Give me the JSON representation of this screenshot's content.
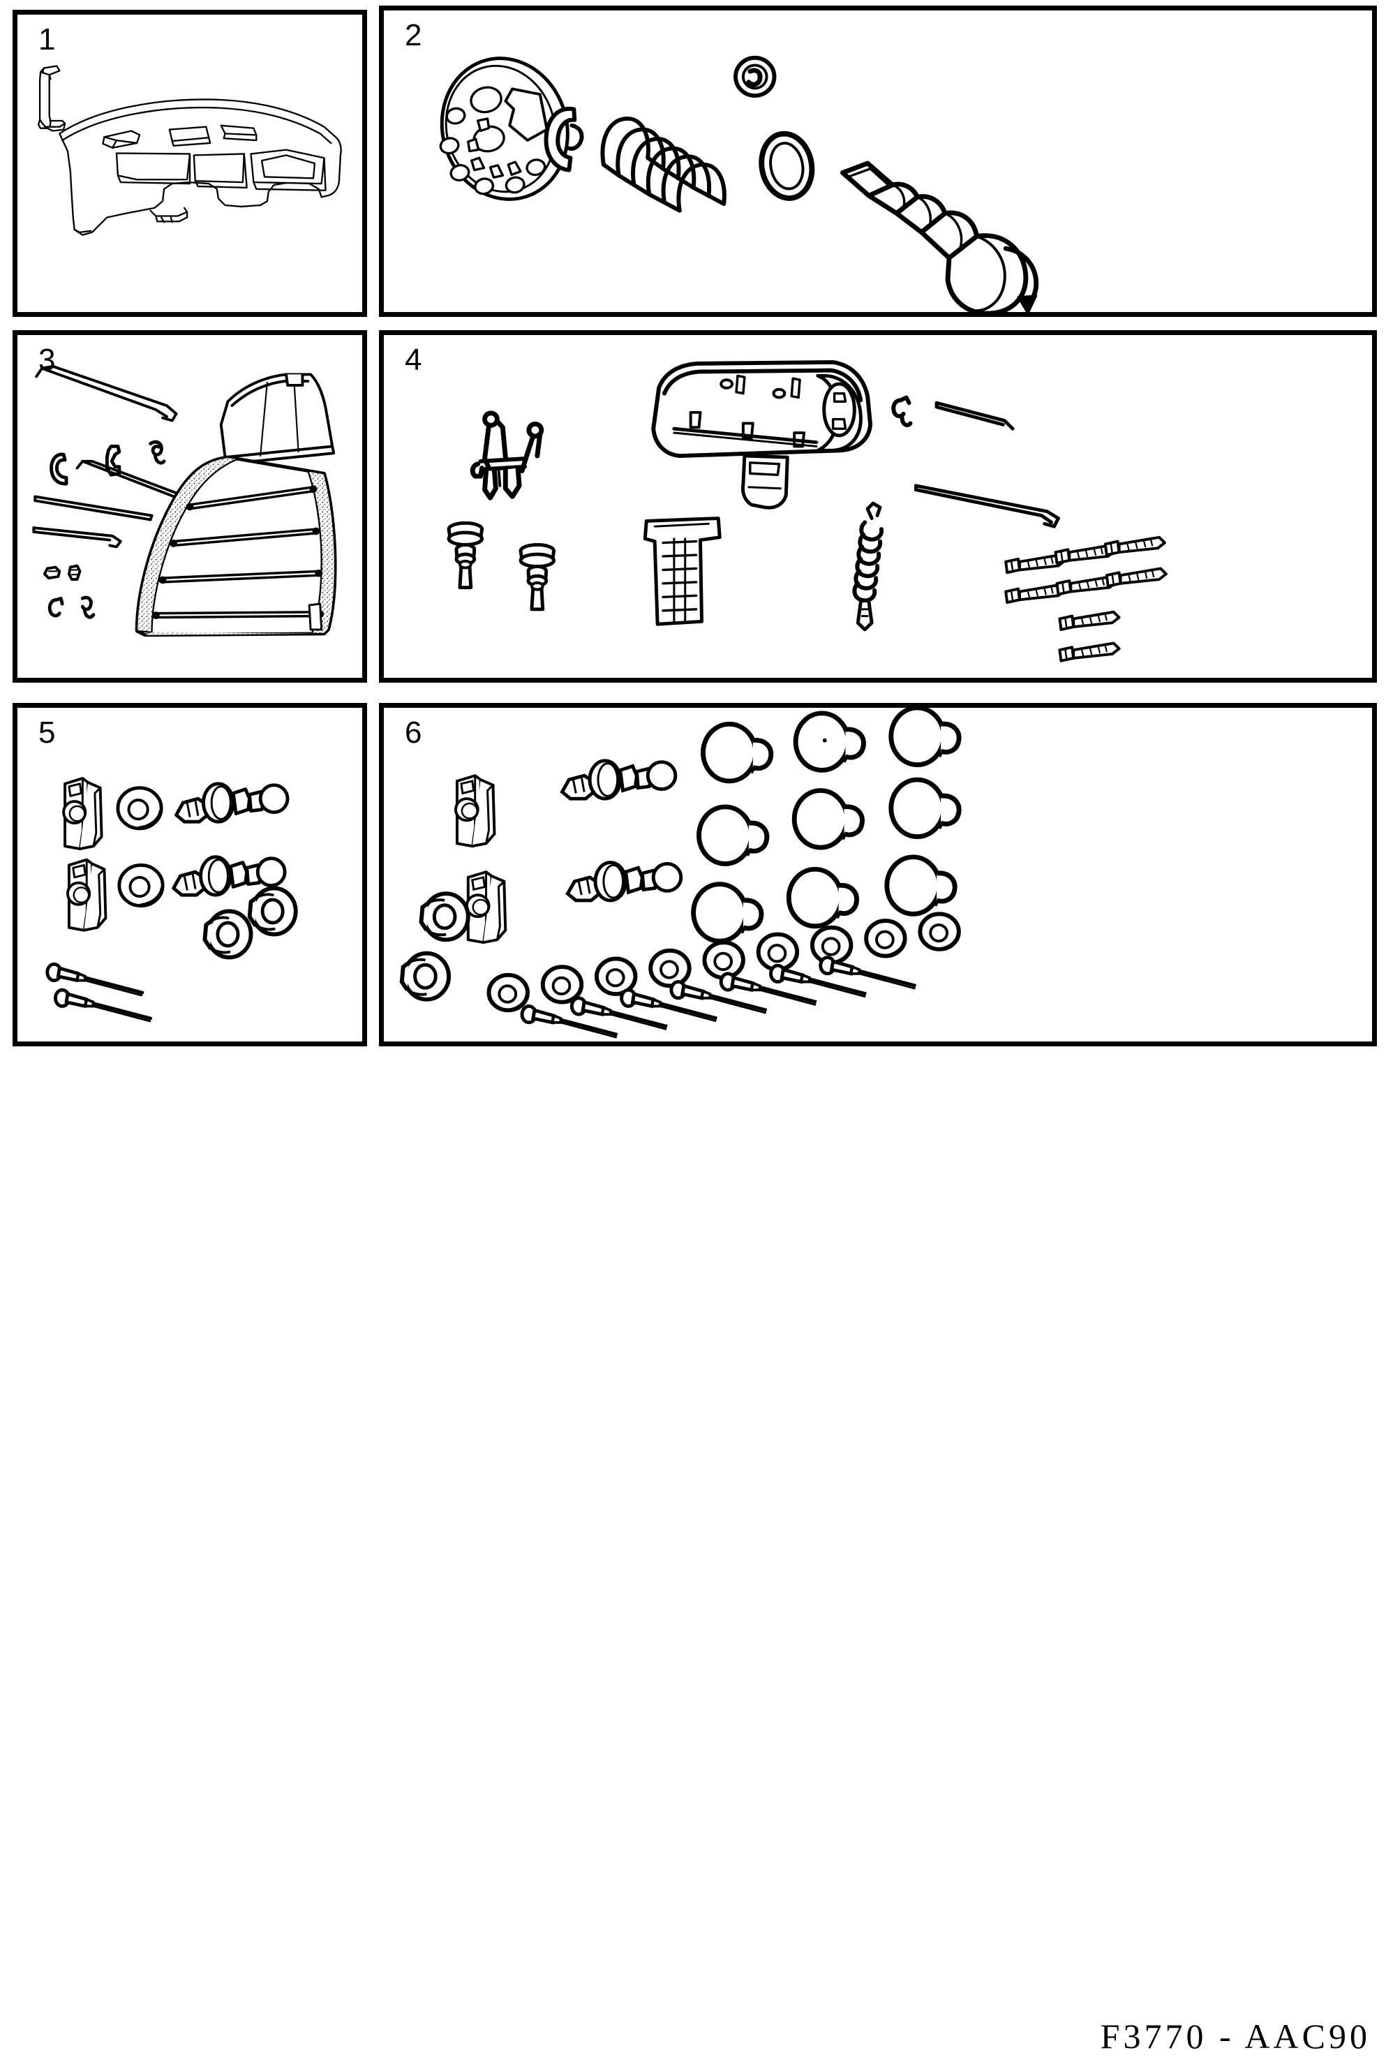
{
  "document": {
    "type": "automotive-parts-illustration",
    "caption": "F3770 - AAC90",
    "panel_count": 6,
    "background_color": "#ffffff",
    "line_color": "#000000"
  },
  "panels": [
    {
      "number": "1",
      "title": "Instrument panel / dashboard assembly",
      "parts": [
        {
          "name": "support-bracket",
          "description": "tall L-shaped mounting bracket"
        },
        {
          "name": "dashboard-moulding",
          "description": "full-width instrument panel crash pad with instrument cluster opening, centre vents and glove box aperture"
        }
      ]
    },
    {
      "number": "2",
      "title": "Steering column lock assembly",
      "parts": [
        {
          "name": "perforated-disc",
          "description": "round contact plate with multiple holes and keyway slot"
        },
        {
          "name": "c-clip",
          "description": "retaining circlip"
        },
        {
          "name": "coil-spring",
          "description": "helical compression spring"
        },
        {
          "name": "o-ring",
          "description": "rubber sealing ring"
        },
        {
          "name": "small-washer",
          "description": "small ring with hook detail"
        },
        {
          "name": "lock-barrel",
          "description": "ignition lock cylinder with rotation arrow"
        }
      ]
    },
    {
      "number": "3",
      "title": "Rear seat back and cushion",
      "parts": [
        {
          "name": "tension-rod-long",
          "description": "long bent wire rod with looped end"
        },
        {
          "name": "c-clip-small",
          "description": "C shaped spring clip"
        },
        {
          "name": "hook-clip",
          "description": "S / J hook clip"
        },
        {
          "name": "tension-rod-medium",
          "description": "medium wire rod"
        },
        {
          "name": "tension-rod-short",
          "description": "short hairpin wire rod"
        },
        {
          "name": "seat-back-panel",
          "description": "upper seat back trim shell"
        },
        {
          "name": "seat-cushion",
          "description": "stippled seat squab with four tufting rods"
        },
        {
          "name": "small-spring-clip",
          "description": "small retaining clips"
        },
        {
          "name": "hook-pair",
          "description": "pair of small wire hooks"
        }
      ]
    },
    {
      "number": "4",
      "title": "Seat latch mechanism and fixings",
      "parts": [
        {
          "name": "latch-bracket",
          "description": "wire latch bracket"
        },
        {
          "name": "latch-housing",
          "description": "moulded latch cover with mounting holes"
        },
        {
          "name": "striker-plate",
          "description": "ribbed striker / release tab"
        },
        {
          "name": "pivot-bushes",
          "description": "two stepped pivot bushes / spacers"
        },
        {
          "name": "release-rod",
          "description": "long bent release rod"
        },
        {
          "name": "return-spring",
          "description": "coil tension spring with hooked ends"
        },
        {
          "name": "screw-set",
          "description": "eight self-tapping fixing screws"
        },
        {
          "name": "spring-clip",
          "description": "small wire spring clip"
        }
      ]
    },
    {
      "number": "5",
      "title": "Trim fixings - small set",
      "parts": [
        {
          "name": "angle-bracket",
          "count": 2,
          "description": "L shaped trim bracket with hole"
        },
        {
          "name": "flat-washer",
          "count": 2,
          "description": "flat washer"
        },
        {
          "name": "ball-stud",
          "count": 2,
          "description": "threaded ball stud fastener"
        },
        {
          "name": "rubber-grommet",
          "count": 2,
          "description": "stepped rubber grommet"
        },
        {
          "name": "pop-rivet",
          "count": 2,
          "description": "blind pop rivet"
        }
      ]
    },
    {
      "number": "6",
      "title": "Trim fixings - full set",
      "parts": [
        {
          "name": "angle-bracket",
          "count": 2,
          "description": "L shaped trim bracket with hole"
        },
        {
          "name": "ball-stud",
          "count": 2,
          "description": "threaded ball stud fastener"
        },
        {
          "name": "rubber-grommet",
          "count": 2,
          "description": "stepped rubber grommet"
        },
        {
          "name": "blanking-cap",
          "count": 9,
          "description": "round push-in blanking cap / button"
        },
        {
          "name": "flat-washer",
          "count": 9,
          "description": "flat washer"
        },
        {
          "name": "pop-rivet",
          "count": 7,
          "description": "blind pop rivet"
        }
      ]
    }
  ]
}
